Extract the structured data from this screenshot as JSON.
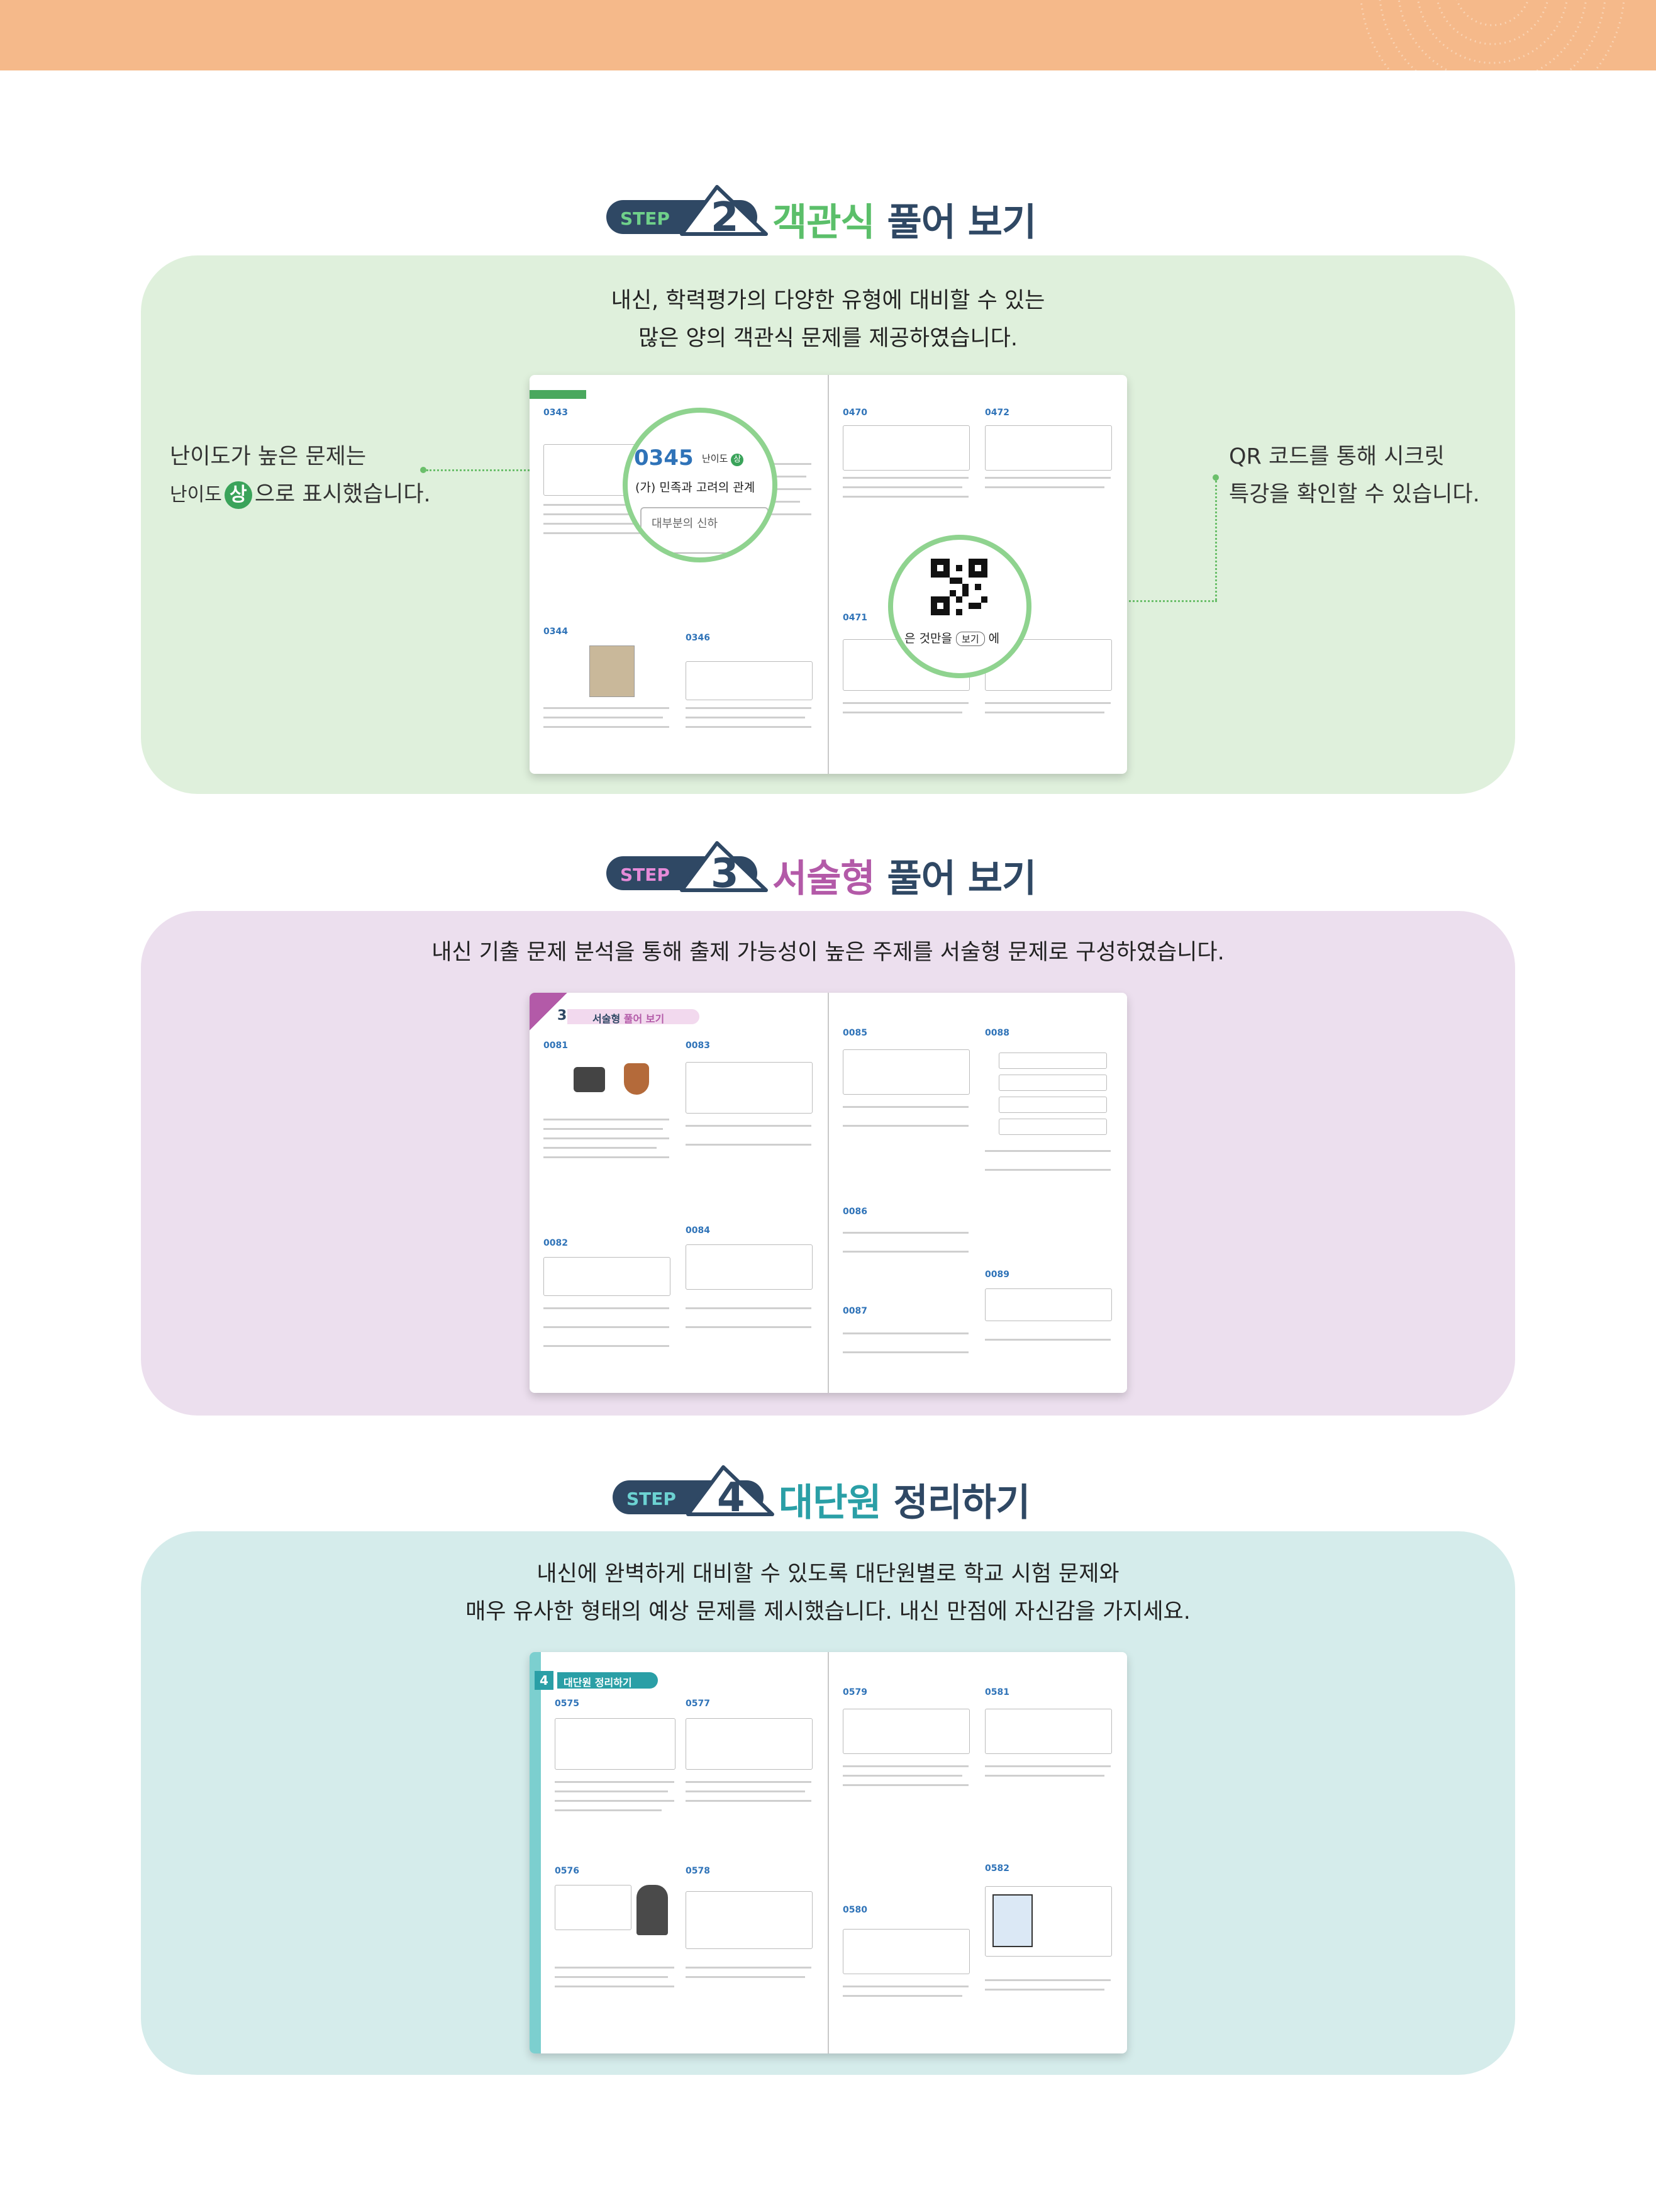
{
  "steps": [
    {
      "badge": "STEP",
      "number": "2",
      "title_accent": "객관식",
      "title_rest": "풀어 보기",
      "accent_color": "#5bbf6a",
      "desc_lines": [
        "내신, 학력평가의 다양한 유형에 대비할 수 있는",
        "많은 양의 객관식 문제를 제공하였습니다."
      ],
      "left_note": {
        "line1": "난이도가 높은 문제는",
        "prefix": "난이도",
        "badge": "상",
        "suffix": "으로 표시했습니다."
      },
      "right_note": {
        "line1": "QR 코드를 통해 시크릿",
        "line2": "특강을 확인할 수 있습니다."
      },
      "preview": {
        "zoom_num": "0345",
        "zoom_level": "난이도",
        "zoom_level_badge": "상",
        "zoom_text": "(가) 민족과 고려의 관계",
        "zoom_text2": "대부분의 신하",
        "qr_text": "은 것만을",
        "qr_box": "보기",
        "qr_after": "에",
        "qnums_left": [
          "0343",
          "0344",
          "0346"
        ],
        "qnums_right": [
          "0470",
          "0472",
          "0471"
        ]
      }
    },
    {
      "badge": "STEP",
      "number": "3",
      "title_accent": "서술형",
      "title_rest": "풀어 보기",
      "accent_color": "#b35aa8",
      "desc_lines": [
        "내신 기출 문제 분석을 통해 출제 가능성이 높은 주제를 서술형 문제로 구성하였습니다."
      ],
      "preview": {
        "tab_num": "3",
        "tab_label": "서술형",
        "tab_label2": "풀어 보기",
        "qnums_left": [
          "0081",
          "0083",
          "0082",
          "0084"
        ],
        "qnums_right": [
          "0085",
          "0088",
          "0086",
          "0087",
          "0089"
        ]
      }
    },
    {
      "badge": "STEP",
      "number": "4",
      "title_accent": "대단원",
      "title_rest": "정리하기",
      "accent_color": "#2a9fa6",
      "desc_lines": [
        "내신에 완벽하게 대비할 수 있도록 대단원별로 학교 시험 문제와",
        "매우 유사한 형태의 예상 문제를 제시했습니다. 내신 만점에 자신감을 가지세요."
      ],
      "preview": {
        "tab_num": "4",
        "tab_label": "대단원",
        "tab_label2": "정리하기",
        "qnums_left": [
          "0575",
          "0577",
          "0576",
          "0578"
        ],
        "qnums_right": [
          "0579",
          "0581",
          "0580",
          "0582"
        ]
      }
    }
  ]
}
